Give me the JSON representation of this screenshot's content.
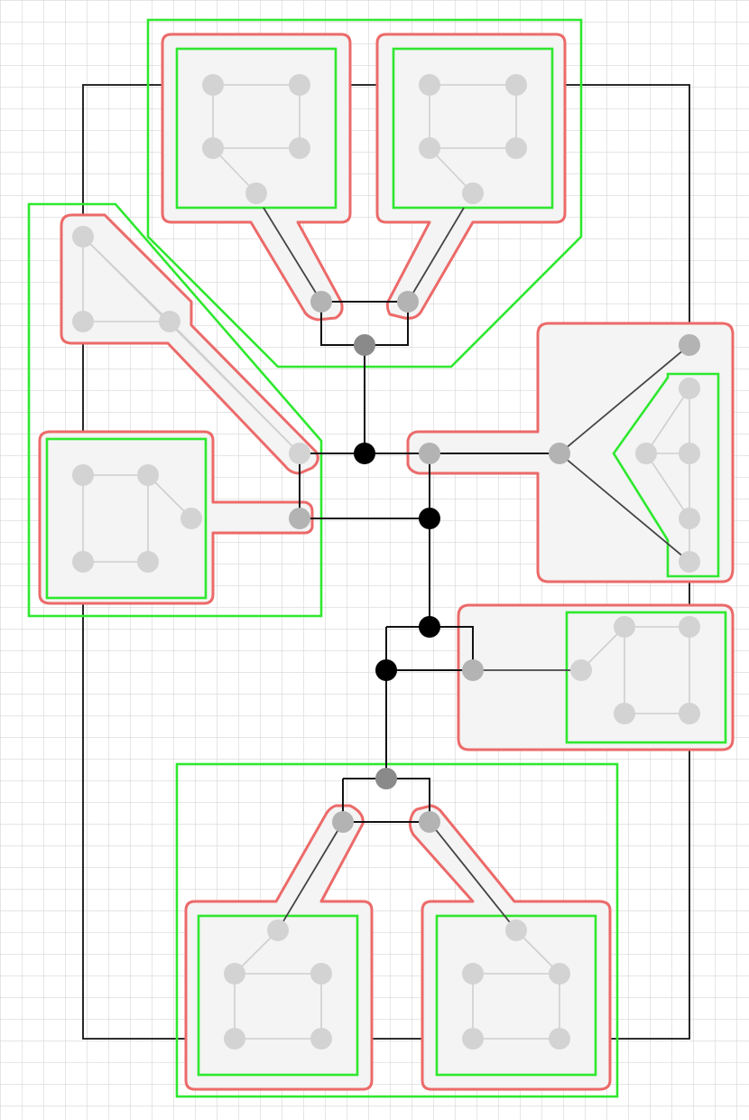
{
  "diagram": {
    "colors": {
      "background": "#ffffff",
      "grid": "#d6d6d6",
      "outer_boundary": "#2ee82e",
      "cluster_hull": "#ec6a6a",
      "cluster_fill": "#f3f4f3",
      "wire": "#111111",
      "inner_edge": "#444444",
      "faint_edge": "#cfcfcf",
      "leaf_node": "#d3d3d3",
      "port_node": "#b3b3b3",
      "hub_node": "#8a8a8a",
      "junction": "#000000"
    },
    "node_kinds": [
      "leaf-node",
      "port-node",
      "hub-node",
      "junction"
    ],
    "text_labels": []
  }
}
